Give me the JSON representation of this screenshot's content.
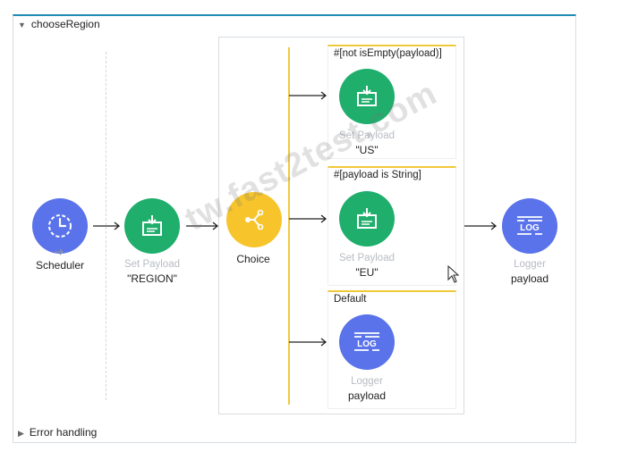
{
  "flow": {
    "name": "chooseRegion",
    "error_handling_label": "Error handling"
  },
  "nodes": {
    "scheduler": {
      "label": "Scheduler"
    },
    "set_payload_region": {
      "type": "Set Payload",
      "value": "\"REGION\""
    },
    "choice": {
      "label": "Choice"
    },
    "route_us": {
      "condition": "#[not isEmpty(payload)]",
      "type": "Set Payload",
      "value": "\"US\""
    },
    "route_eu": {
      "condition": "#[payload is String]",
      "type": "Set Payload",
      "value": "\"EU\""
    },
    "route_default": {
      "condition": "Default",
      "type": "Logger",
      "value": "payload"
    },
    "logger_final": {
      "type": "Logger",
      "value": "payload"
    }
  },
  "watermark": "tw.fast2test.com",
  "colors": {
    "set_payload": "#1fae6b",
    "logger": "#5a72ea",
    "scheduler": "#5a72ea",
    "choice": "#f7c52b",
    "route_accent": "#f0c93a"
  }
}
